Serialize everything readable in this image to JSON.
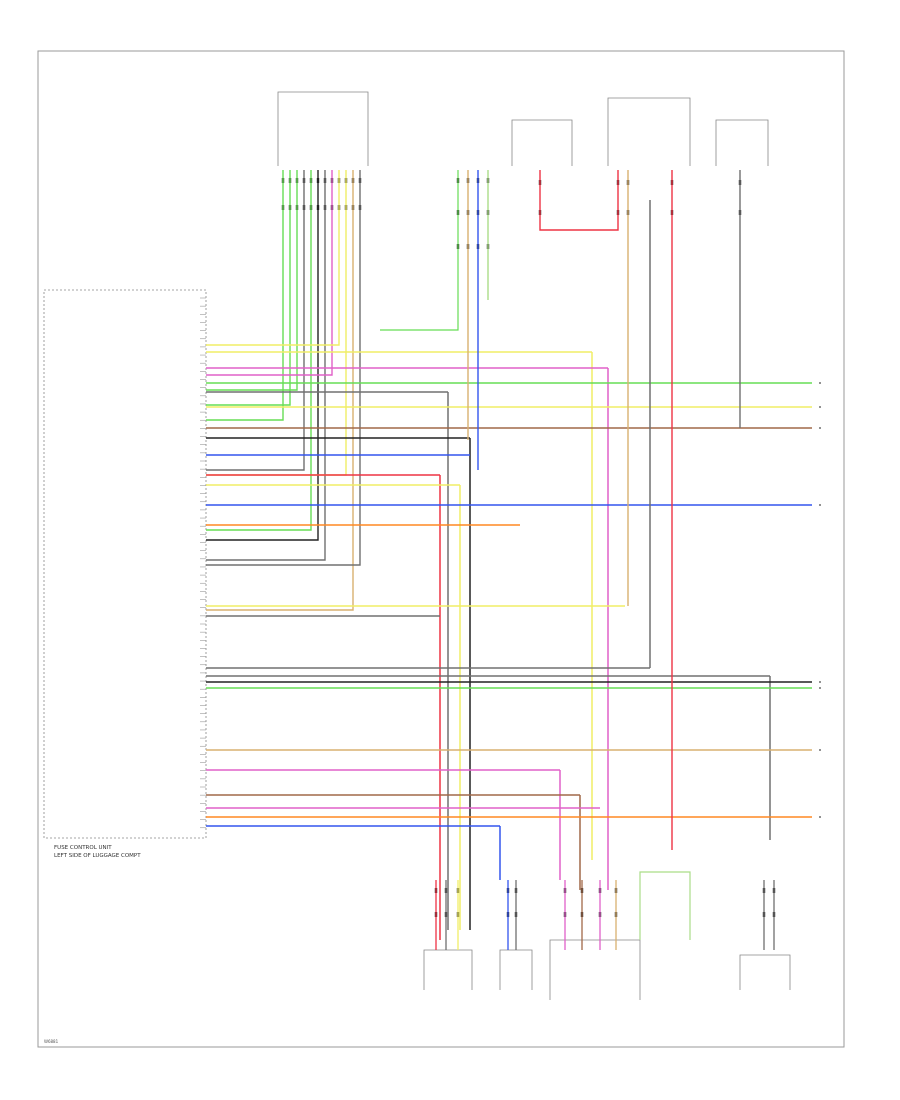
{
  "colors": {
    "border": "#9a9a9a",
    "wire_green": "#66dd55",
    "wire_yellow": "#f0ee66",
    "wire_pink": "#e060c8",
    "wire_blue": "#3355ee",
    "wire_red": "#ee3344",
    "wire_orange": "#ff8822",
    "wire_tan": "#d8b070",
    "wire_gray": "#707070",
    "wire_dark": "#222222",
    "wire_brown": "#a06848",
    "wire_lightgreen": "#aadd88"
  },
  "left_module": {
    "caption_line1": "FUSE CONTROL UNIT",
    "caption_line2": "LEFT SIDE OF LUGGAGE COMPT"
  },
  "page_code": "W6881"
}
